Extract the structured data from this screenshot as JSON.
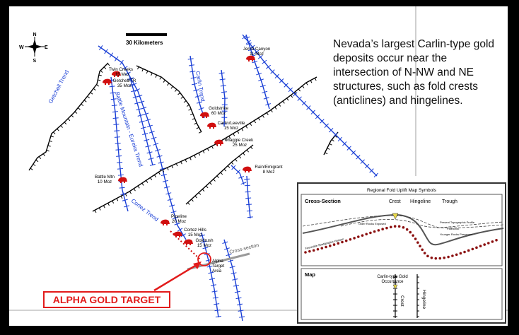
{
  "callout": {
    "text": "Nevada’s largest Carlin-type gold deposits occur near the intersection of N-NW and NE structures, such as fold crests (anticlines) and hingelines."
  },
  "compass": {
    "n": "N",
    "s": "S",
    "e": "E",
    "w": "W"
  },
  "scale_bar": {
    "label": "30 Kilometers"
  },
  "trends": {
    "getchell": "Getchell Trend",
    "battle_mountain": "Battle Mountain - Eureka Trend",
    "carlin": "Carlin Trend",
    "cortez": "Cortez Trend"
  },
  "deposits": [
    {
      "name": "Twin Creeks",
      "size": "15 Moz"
    },
    {
      "name": "Getchell/TR",
      "size": "35 Moz"
    },
    {
      "name": "Jerritt Canyon",
      "size": "11 Moz"
    },
    {
      "name": "Goldstrike",
      "size": "60 Moz"
    },
    {
      "name": "Carlin/Leeville",
      "size": "15 Moz"
    },
    {
      "name": "Maggie Creek",
      "size": "25 Moz"
    },
    {
      "name": "Rain/Emigrant",
      "size": "8 Moz"
    },
    {
      "name": "Battle Mtn",
      "size": "10 Moz"
    },
    {
      "name": "Pipeline",
      "size": "20 Moz"
    },
    {
      "name": "Cortez Hills",
      "size": "15 Moz"
    },
    {
      "name": "Goldrush",
      "size": "15 Moz"
    }
  ],
  "alpha_area": {
    "line1": "Alpha",
    "line2": "Target",
    "line3": "Area"
  },
  "cross_section_label": "Cross-section",
  "alpha_target_label": "ALPHA GOLD TARGET",
  "inset": {
    "title": "Regional Fold Uplift Map Symbols",
    "cross_section_heading": "Cross-Section",
    "crest": "Crest",
    "hingeline": "Hingeline",
    "trough": "Trough",
    "present_profile": "Present Topographic Profile",
    "older_rocks": "Older Rocks Exposed",
    "younger_rocks": "Younger Rocks Preserved",
    "paleozoic": "Paleozoic",
    "stratigraphic_horizon": "Favorable Stratigraphic Horizon",
    "map_heading": "Map",
    "occurrence_line1": "Carlin-type Gold",
    "occurrence_line2": "Occurrence",
    "map_crest": "Crest",
    "map_hingeline": "Hingeline"
  },
  "colors": {
    "fold_axis": "#1a3fd6",
    "fault": "#000000",
    "deposit": "#d10f0f",
    "alpha": "#e21b1b",
    "cross_section": "#9a9a9a"
  }
}
